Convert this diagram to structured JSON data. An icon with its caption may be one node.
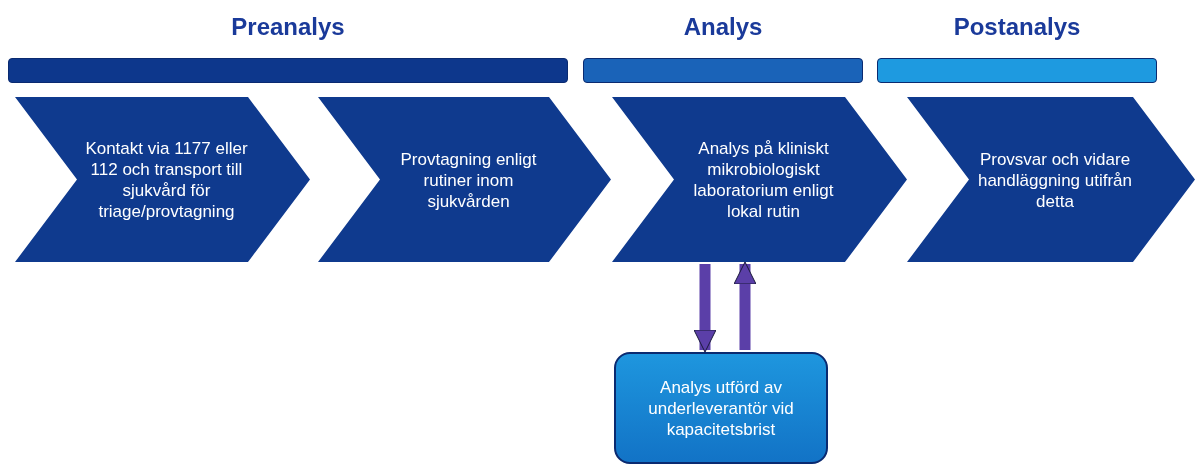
{
  "diagram": {
    "nodes": [
      {
        "text": [
          "Preanalys"
        ]
      },
      {
        "text": [
          "Analys"
        ]
      },
      {
        "text": [
          "Postanalys"
        ]
      },
      {
        "text": [
          "Kontakt via 1177 eller 112 och transport till sjukvård för triage/provtagning"
        ]
      },
      {
        "text": [
          "Provtagning enligt rutiner inom sjukvården"
        ]
      },
      {
        "text": [
          "Analys på kliniskt mikrobiologiskt laboratorium enligt lokal rutin"
        ]
      },
      {
        "text": [
          "Provsvar och vidare handläggning utifrån detta"
        ]
      },
      {
        "text": [
          "Analys utförd av underleverantör vid kapacitetsbrist"
        ]
      }
    ],
    "edges": [
      {
        "from": 5,
        "to": 7,
        "arrow": "to"
      },
      {
        "from": 7,
        "to": 5,
        "arrow": "to"
      }
    ]
  }
}
